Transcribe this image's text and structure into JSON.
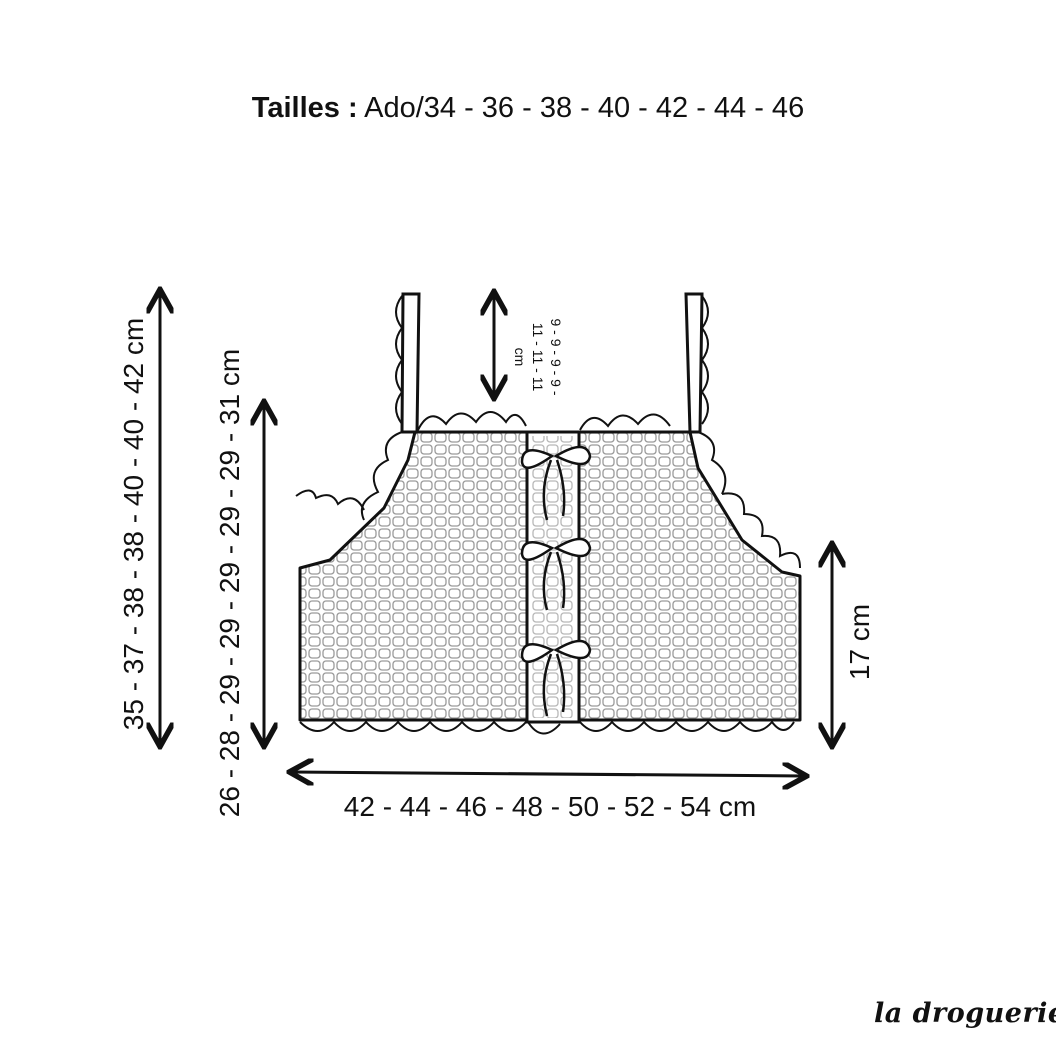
{
  "title": {
    "bold": "Tailles :",
    "sizes": "Ado/34 - 36 - 38 - 40 - 42 - 44 - 46"
  },
  "measurements": {
    "total_height": "35 - 37 - 38 - 38 - 40 - 40 - 42 cm",
    "body_height": "26 - 28 - 29 - 29 - 29 - 29 - 29 - 31 cm",
    "side_height": "17 cm",
    "width": "42 - 44 - 46 - 48 - 50 - 52 - 54 cm",
    "strap_line1": "9 - 9 - 9 - 9 -",
    "strap_line2": "11 - 11 - 11",
    "strap_line3": "cm"
  },
  "logo": {
    "text": "la droguerie"
  },
  "colors": {
    "ink": "#111111",
    "mesh": "#e6e6e6",
    "background": "#ffffff"
  }
}
